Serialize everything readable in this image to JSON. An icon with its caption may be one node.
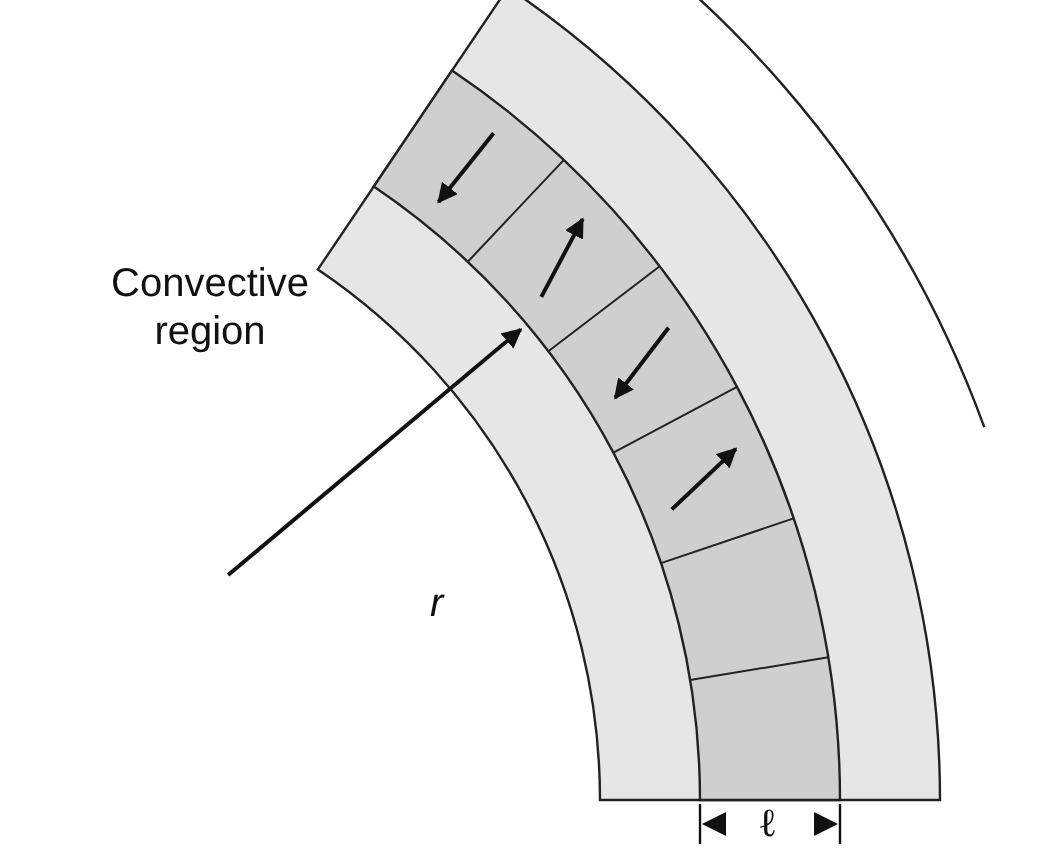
{
  "diagram": {
    "labels": [
      "Convective region",
      "r",
      "ℓ"
    ]
  }
}
